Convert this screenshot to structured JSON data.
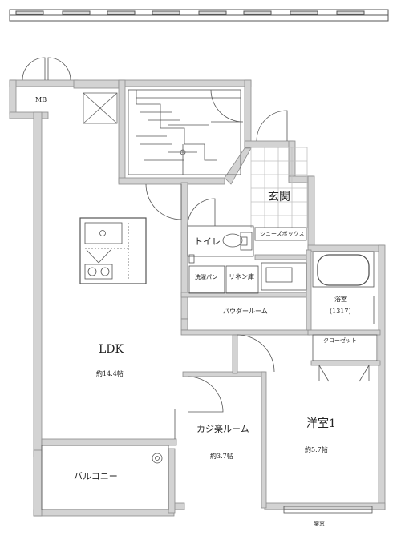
{
  "colors": {
    "wall": "#d3d3d3",
    "wall_edge": "#8c8c8c",
    "line": "#444444",
    "tile": "#bfbfbf"
  },
  "rooms": {
    "mb": "MB",
    "ldk": "LDK",
    "ldk_area": "約14.4帖",
    "toilet": "トイレ",
    "entrance": "玄関",
    "shoe_box": "シューズボックス",
    "washing_pan": "洗濯パン",
    "linen": "リネン庫",
    "powder": "パウダールーム",
    "bath": "浴室",
    "bath_size": "(1317)",
    "closet": "クローゼット",
    "kaji": "カジ楽ルーム",
    "kaji_area": "約3.7帖",
    "western": "洋室1",
    "western_area": "約5.7帖",
    "balcony": "バルコニー",
    "window": "腰窓"
  }
}
